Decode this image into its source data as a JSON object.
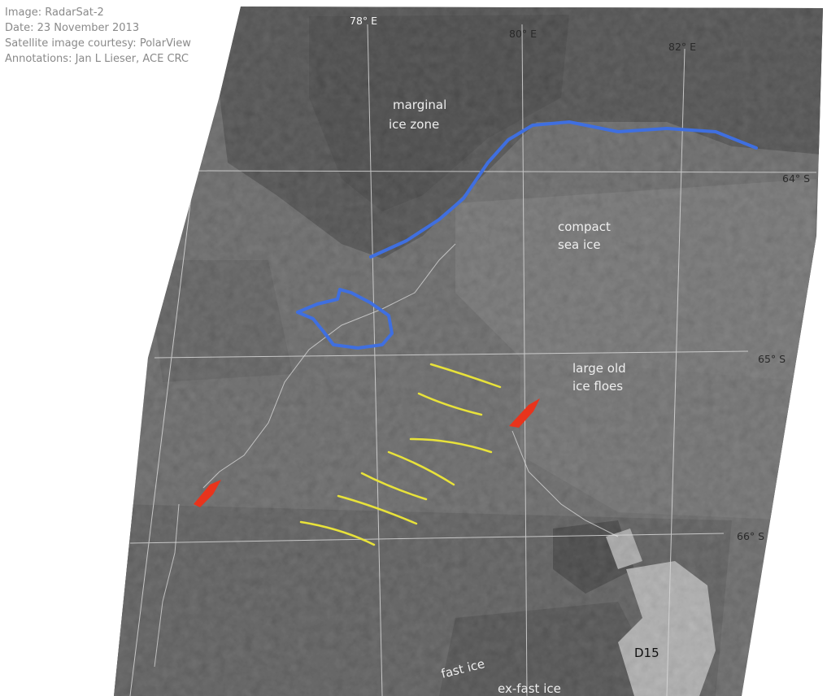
{
  "credits": {
    "image": "Image: RadarSat-2",
    "date": "Date: 23 November 2013",
    "courtesy": "Satellite image courtesy: PolarView",
    "annotations": "Annotations: Jan L Lieser, ACE CRC"
  },
  "longitudes": [
    {
      "label": "78° E",
      "value": 78
    },
    {
      "label": "80° E",
      "value": 80
    },
    {
      "label": "82° E",
      "value": 82
    }
  ],
  "latitudes": [
    {
      "label": "64° S",
      "value": -64
    },
    {
      "label": "65° S",
      "value": -65
    },
    {
      "label": "66° S",
      "value": -66
    }
  ],
  "features": {
    "marginal_line1": "marginal",
    "marginal_line2": "ice zone",
    "compact_line1": "compact",
    "compact_line2": "sea ice",
    "floes_line1": "large old",
    "floes_line2": "ice floes",
    "fast_ice": "fast ice",
    "ex_fast_ice": "ex-fast ice",
    "iceberg": "D15"
  },
  "colors": {
    "ice_edge": "#3f6fe0",
    "ridges": "#e8e23a",
    "icebergs": "#e8341c",
    "scene": "#6e6e6e"
  }
}
